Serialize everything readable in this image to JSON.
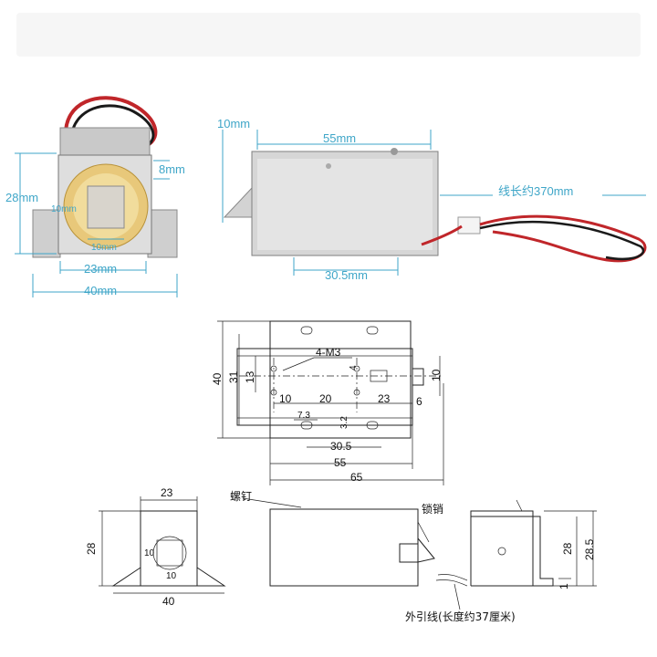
{
  "photo_labels": {
    "left_view": {
      "height": "28mm",
      "top": "8mm",
      "inner_v": "10mm",
      "inner_h": "10mm",
      "width_inner": "23mm",
      "width_outer": "40mm"
    },
    "right_view": {
      "plunger": "10mm",
      "body": "55mm",
      "mount": "30.5mm",
      "wire": "线长约370mm"
    }
  },
  "drawing_top": {
    "overall_height": "40",
    "inner_height": "31",
    "center_offset": "13",
    "holes": "4-M3",
    "hole_dia": "4",
    "plunger": "10",
    "d10": "10",
    "d20": "20",
    "d23": "23",
    "d6": "6",
    "d7_3": "7.3",
    "d3_2": "3.2",
    "d30_5": "30.5",
    "d55": "55",
    "d65": "65"
  },
  "drawing_bottom": {
    "front_width": "23",
    "front_height": "28",
    "front_base": "40",
    "front_inner_v": "10",
    "front_inner_h": "10",
    "screw_label": "螺钉",
    "latch_label": "锁销",
    "wire_label": "外引线(长度约37厘米)",
    "side_h1": "28",
    "side_h2": "28.5",
    "side_t": "1"
  }
}
